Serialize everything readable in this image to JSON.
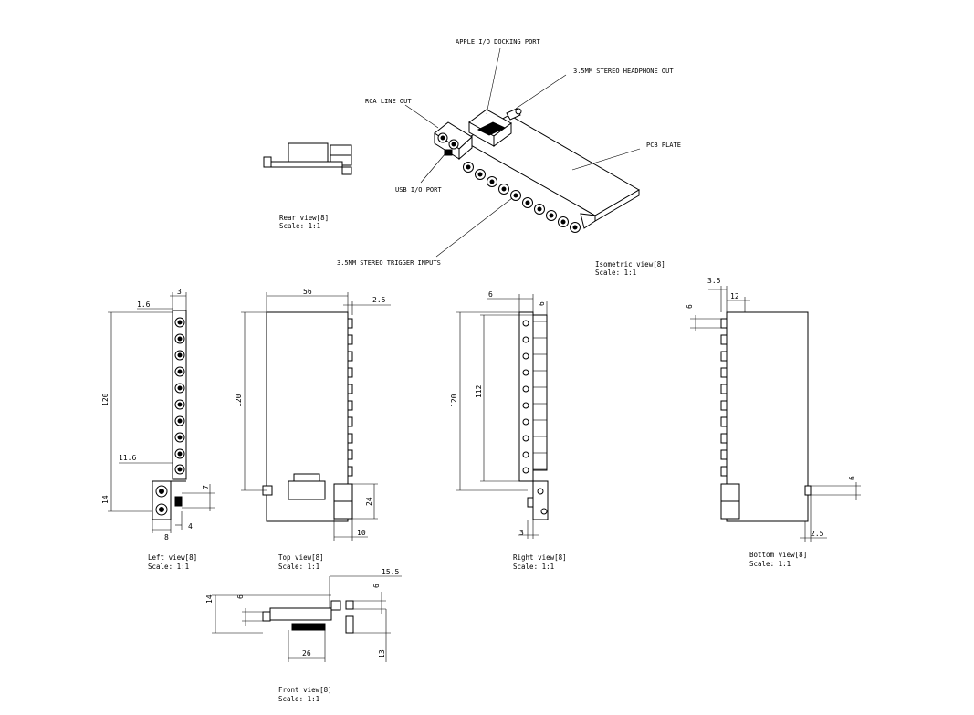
{
  "callouts": {
    "apple_io": "APPLE I/O DOCKING PORT",
    "headphone": "3.5MM STEREO HEADPHONE OUT",
    "rca": "RCA LINE OUT",
    "pcb": "PCB PLATE",
    "usb": "USB I/O PORT",
    "trigger": "3.5MM STEREO TRIGGER INPUTS"
  },
  "views": {
    "rear": {
      "title": "Rear view[8]",
      "scale": "Scale:  1:1"
    },
    "isometric": {
      "title": "Isometric view[8]",
      "scale": "Scale:  1:1"
    },
    "left": {
      "title": "Left view[8]",
      "scale": "Scale:  1:1"
    },
    "top": {
      "title": "Top view[8]",
      "scale": "Scale:  1:1"
    },
    "right": {
      "title": "Right view[8]",
      "scale": "Scale:  1:1"
    },
    "bottom": {
      "title": "Bottom view[8]",
      "scale": "Scale:  1:1"
    },
    "front": {
      "title": "Front view[8]",
      "scale": "Scale:  1:1"
    }
  },
  "dimensions": {
    "left": {
      "d1": "1.6",
      "d2": "3",
      "d3": "120",
      "d4": "11.6",
      "d5": "7",
      "d6": "14",
      "d7": "8",
      "d8": "4"
    },
    "top": {
      "d1": "56",
      "d2": "2.5",
      "d3": "120",
      "d4": "24",
      "d5": "10"
    },
    "right": {
      "d1": "6",
      "d2": "6",
      "d3": "120",
      "d4": "112",
      "d5": "3"
    },
    "bottom": {
      "d1": "3.5",
      "d2": "12",
      "d3": "6",
      "d4": "6",
      "d5": "2.5"
    },
    "front": {
      "d1": "15.5",
      "d2": "6",
      "d3": "14",
      "d4": "6",
      "d5": "26",
      "d6": "13"
    }
  }
}
